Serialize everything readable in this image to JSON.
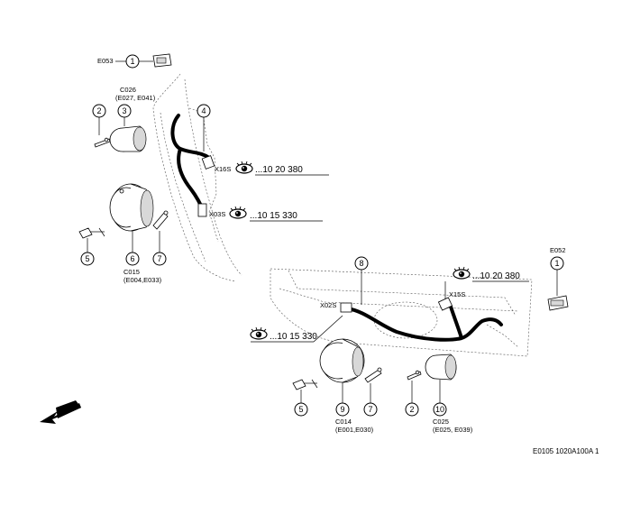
{
  "labels": {
    "e053": "E053",
    "e052": "E052",
    "c026": "C026",
    "c026_sub": "(E027, E041)",
    "c015": "C015",
    "c015_sub": "(E004,E033)",
    "c014": "C014",
    "c014_sub": "(E001,E030)",
    "c025": "C025",
    "c025_sub": "(E025, E039)",
    "x16s": "X16S",
    "x03s": "X03S",
    "x02s": "X02S",
    "x15s": "X15S"
  },
  "references": {
    "ref_1": "...10 20 380",
    "ref_2": "...10 15 330",
    "ref_3": "...10 20 380",
    "ref_4": "...10 15 330"
  },
  "callouts": {
    "n1a": "1",
    "n1b": "1",
    "n2a": "2",
    "n2b": "2",
    "n3": "3",
    "n4": "4",
    "n5a": "5",
    "n5b": "5",
    "n6": "6",
    "n7a": "7",
    "n7b": "7",
    "n8": "8",
    "n9": "9",
    "n10": "10"
  },
  "footer": "E0105 1020A100A 1",
  "icons": [
    "eye-icon",
    "direction-arrow-icon"
  ]
}
